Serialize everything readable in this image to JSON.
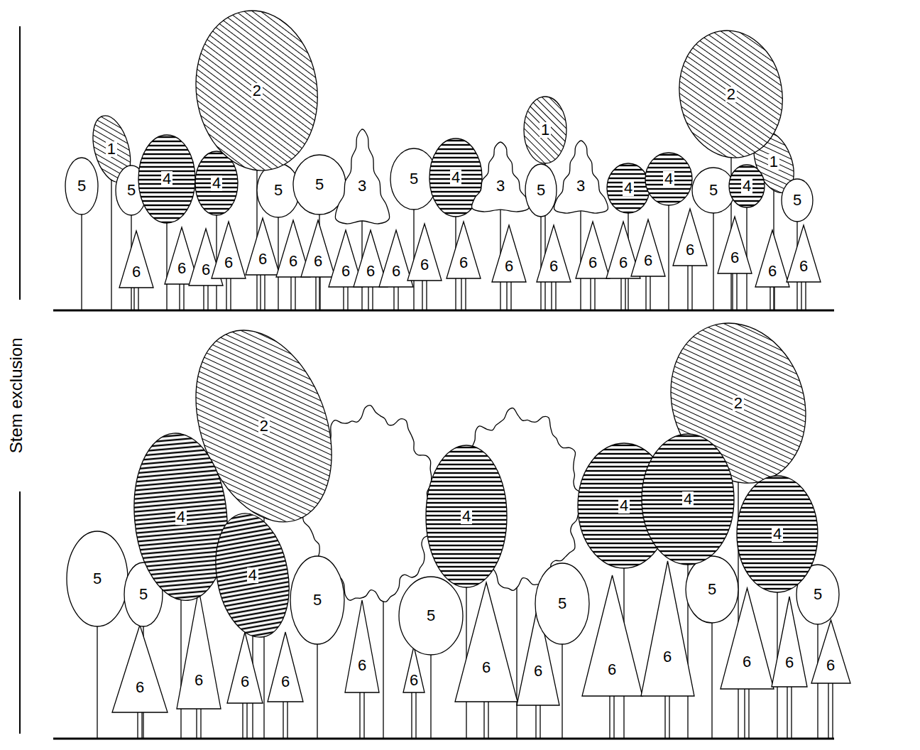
{
  "diagram": {
    "nodes": [
      {
        "text": [
          "5"
        ]
      },
      {
        "text": [
          "1"
        ]
      },
      {
        "text": [
          "5"
        ]
      },
      {
        "text": [
          "4"
        ]
      },
      {
        "text": [
          "4"
        ]
      },
      {
        "text": [
          "2"
        ]
      },
      {
        "text": [
          "5"
        ]
      },
      {
        "text": [
          "5"
        ]
      },
      {
        "text": [
          "3"
        ]
      },
      {
        "text": [
          "5"
        ]
      },
      {
        "text": [
          "4"
        ]
      },
      {
        "text": [
          "3"
        ]
      },
      {
        "text": [
          "1"
        ]
      },
      {
        "text": [
          "5"
        ]
      },
      {
        "text": [
          "3"
        ]
      },
      {
        "text": [
          "4"
        ]
      },
      {
        "text": [
          "4"
        ]
      },
      {
        "text": [
          "5"
        ]
      },
      {
        "text": [
          "2"
        ]
      },
      {
        "text": [
          "1"
        ]
      },
      {
        "text": [
          "4"
        ]
      },
      {
        "text": [
          "5"
        ]
      },
      {
        "text": [
          "6"
        ]
      },
      {
        "text": [
          "6"
        ]
      },
      {
        "text": [
          "6"
        ]
      },
      {
        "text": [
          "6"
        ]
      },
      {
        "text": [
          "6"
        ]
      },
      {
        "text": [
          "6"
        ]
      },
      {
        "text": [
          "6"
        ]
      },
      {
        "text": [
          "6"
        ]
      },
      {
        "text": [
          "6"
        ]
      },
      {
        "text": [
          "6"
        ]
      },
      {
        "text": [
          "6"
        ]
      },
      {
        "text": [
          "6"
        ]
      },
      {
        "text": [
          "6"
        ]
      },
      {
        "text": [
          "6"
        ]
      },
      {
        "text": [
          "6"
        ]
      },
      {
        "text": [
          "6"
        ]
      },
      {
        "text": [
          "6"
        ]
      },
      {
        "text": [
          "6"
        ]
      },
      {
        "text": [
          "6"
        ]
      },
      {
        "text": [
          "6"
        ]
      },
      {
        "text": [
          "6"
        ]
      },
      {
        "text": [
          "5"
        ]
      },
      {
        "text": [
          "5"
        ]
      },
      {
        "text": [
          "4"
        ]
      },
      {
        "text": [
          "2"
        ]
      },
      {
        "text": [
          "4"
        ]
      },
      {
        "text": [
          "5"
        ]
      },
      {
        "text": [
          "4"
        ]
      },
      {
        "text": [
          "5"
        ]
      },
      {
        "text": [
          "5"
        ]
      },
      {
        "text": [
          "4"
        ]
      },
      {
        "text": [
          "4"
        ]
      },
      {
        "text": [
          "2"
        ]
      },
      {
        "text": [
          "5"
        ]
      },
      {
        "text": [
          "4"
        ]
      },
      {
        "text": [
          "5"
        ]
      },
      {
        "text": [
          "6"
        ]
      },
      {
        "text": [
          "6"
        ]
      },
      {
        "text": [
          "6"
        ]
      },
      {
        "text": [
          "6"
        ]
      },
      {
        "text": [
          "6"
        ]
      },
      {
        "text": [
          "6"
        ]
      },
      {
        "text": [
          "6"
        ]
      },
      {
        "text": [
          "6"
        ]
      },
      {
        "text": [
          "6"
        ]
      },
      {
        "text": [
          "6"
        ]
      },
      {
        "text": [
          "6"
        ]
      },
      {
        "text": [
          "6"
        ]
      },
      {
        "text": [
          "6"
        ]
      }
    ],
    "labels": [
      "Stem exclusion"
    ]
  }
}
